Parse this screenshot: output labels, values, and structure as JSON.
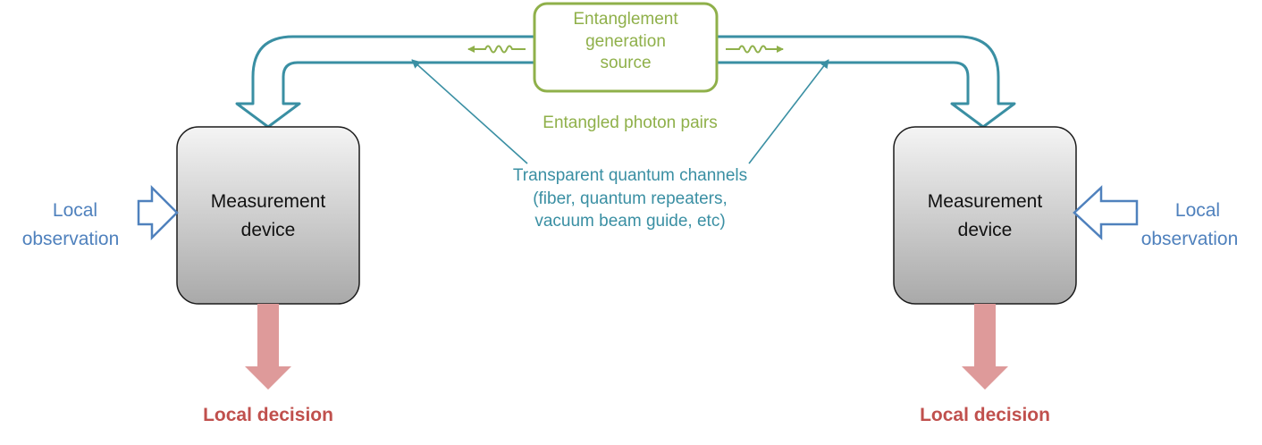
{
  "source": {
    "lines": [
      "Entanglement",
      "generation",
      "source"
    ]
  },
  "pairs_label": "Entangled photon pairs",
  "channels_label": {
    "lines": [
      "Transparent quantum channels",
      "(fiber, quantum repeaters,",
      "vacuum beam guide, etc)"
    ]
  },
  "left": {
    "device_lines": [
      "Measurement",
      "device"
    ],
    "observation_lines": [
      "Local",
      "observation"
    ],
    "decision": "Local decision"
  },
  "right": {
    "device_lines": [
      "Measurement",
      "device"
    ],
    "observation_lines": [
      "Local",
      "observation"
    ],
    "decision": "Local decision"
  },
  "colors": {
    "channel": "#3a8fa3",
    "source": "#8fb04a",
    "observation": "#4f81bd",
    "decision_arrow": "#de9a9a",
    "decision_text": "#c0504d",
    "device_border": "#1a1a1a"
  }
}
